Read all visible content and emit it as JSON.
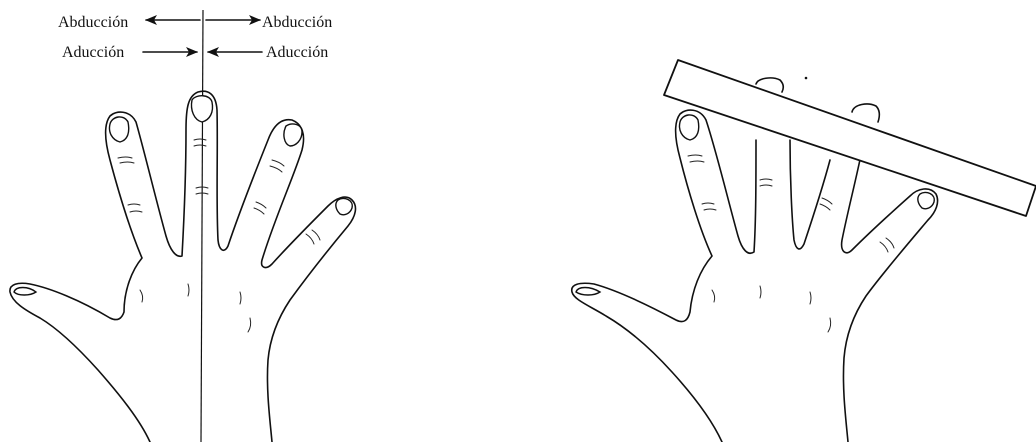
{
  "labels": {
    "abduction_left": "Abducción",
    "abduction_right": "Abducción",
    "adduction_left": "Aducción",
    "adduction_right": "Aducción"
  },
  "colors": {
    "ink": "#111111",
    "background": "#ffffff"
  }
}
